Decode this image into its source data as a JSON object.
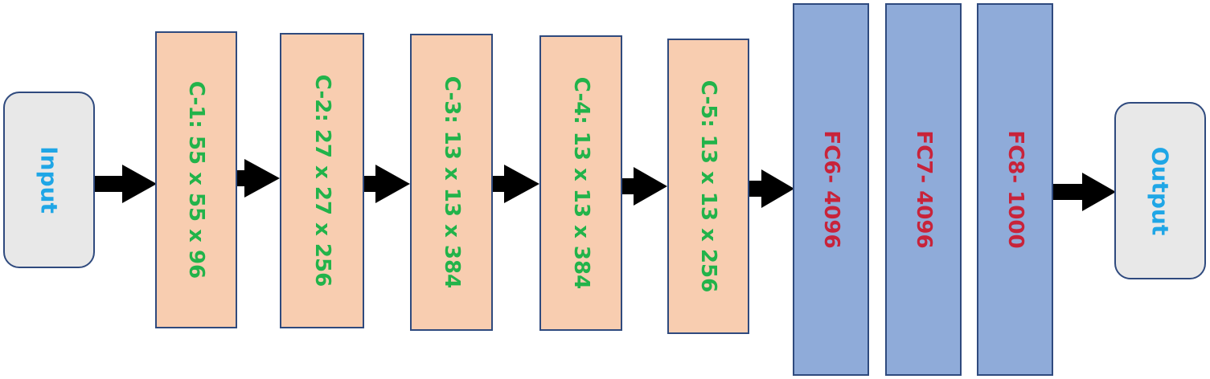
{
  "diagram": {
    "input_label": "Input",
    "output_label": "Output",
    "conv_layers": [
      {
        "label": "C-1: 55 x 55 x 96"
      },
      {
        "label": "C-2: 27 x 27 x 256"
      },
      {
        "label": "C-3: 13 x 13 x 384"
      },
      {
        "label": "C-4: 13 x 13 x 384"
      },
      {
        "label": "C-5: 13 x 13 x 256"
      }
    ],
    "fc_layers": [
      {
        "label": "FC6- 4096"
      },
      {
        "label": "FC7- 4096"
      },
      {
        "label": "FC8- 1000"
      }
    ],
    "colors": {
      "io_fill": "#e8e8e8",
      "io_text": "#1fa6e6",
      "conv_fill": "#f8cdb0",
      "conv_text": "#22b34a",
      "fc_fill": "#8fabd9",
      "fc_text": "#c8233a",
      "border": "#2f4a7e",
      "arrow": "#000000"
    }
  }
}
